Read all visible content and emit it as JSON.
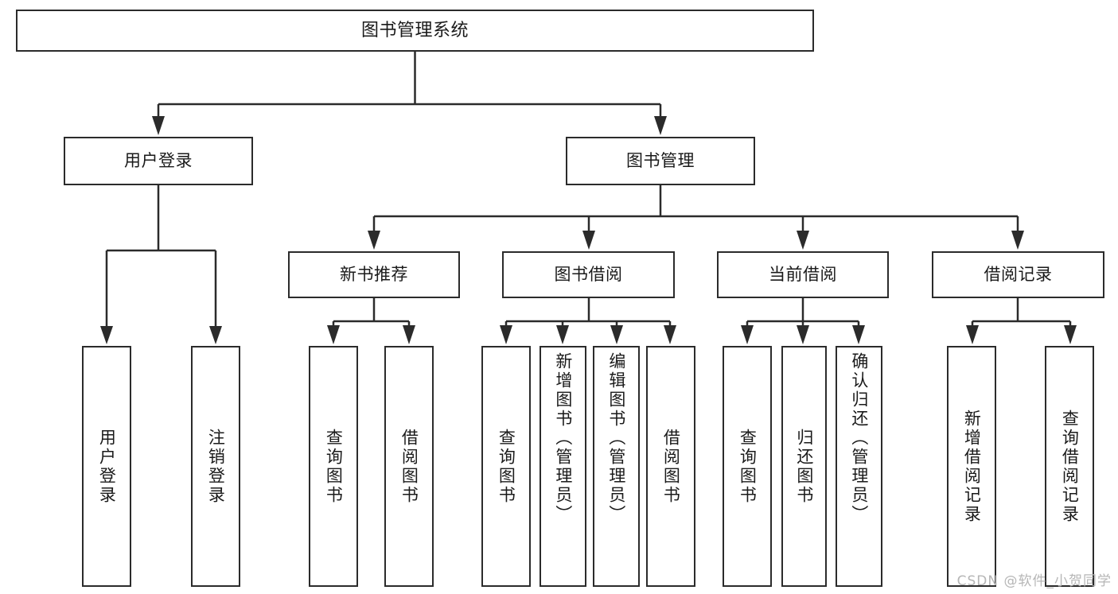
{
  "diagram": {
    "title": "图书管理系统",
    "type": "hierarchy-tree",
    "watermark": "CSDN @软件_小贺同学",
    "colors": {
      "stroke": "#2b2b2b",
      "fill": "#ffffff",
      "text": "#1a1a1a",
      "watermark": "#b6b6b6"
    }
  },
  "nodes": {
    "root": {
      "label": "图书管理系统"
    },
    "level2": [
      {
        "label": "用户登录"
      },
      {
        "label": "图书管理"
      }
    ],
    "level3": [
      {
        "label": "新书推荐"
      },
      {
        "label": "图书借阅"
      },
      {
        "label": "当前借阅"
      },
      {
        "label": "借阅记录"
      }
    ],
    "leaves_user_login": [
      {
        "label": "用户登录"
      },
      {
        "label": "注销登录"
      }
    ],
    "leaves_new_books": [
      {
        "label": "查询图书"
      },
      {
        "label": "借阅图书"
      }
    ],
    "leaves_borrow": [
      {
        "label": "查询图书"
      },
      {
        "label": "新增图书（管理员）"
      },
      {
        "label": "编辑图书（管理员）"
      },
      {
        "label": "借阅图书"
      }
    ],
    "leaves_current": [
      {
        "label": "查询图书"
      },
      {
        "label": "归还图书"
      },
      {
        "label": "确认归还（管理员）"
      }
    ],
    "leaves_records": [
      {
        "label": "新增借阅记录"
      },
      {
        "label": "查询借阅记录"
      }
    ]
  }
}
